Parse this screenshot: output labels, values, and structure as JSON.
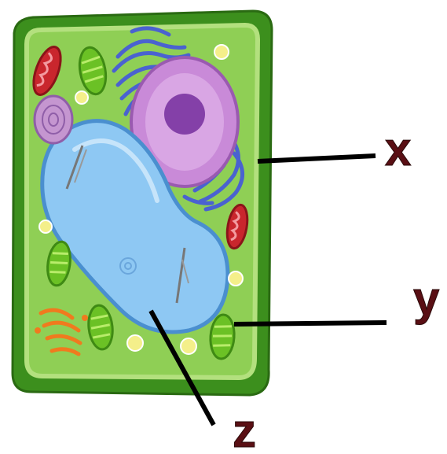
{
  "diagram": {
    "subject": "plant-cell",
    "labels": {
      "x": "x",
      "y": "y",
      "z": "z"
    },
    "colors": {
      "cell_wall": "#3c8f1d",
      "cytoplasm": "#8fcf55",
      "vacuole": "#8ec8f3",
      "nucleus": "#c98ad8",
      "nucleolus": "#8440a8",
      "chloroplast": "#6bc125",
      "mitochondria": "#c9262d",
      "golgi": "#f07a1e",
      "er": "#4a62d0",
      "label_text": "#5a0f14"
    }
  }
}
